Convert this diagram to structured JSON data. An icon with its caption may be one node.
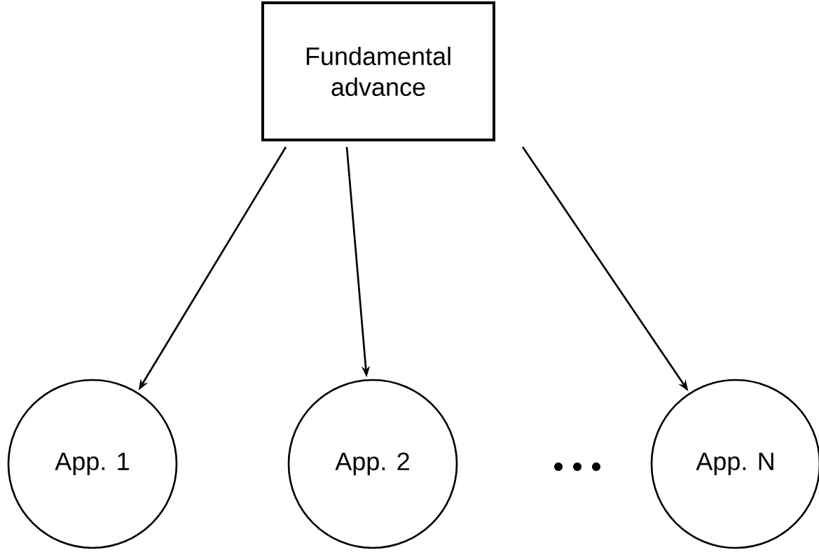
{
  "diagram": {
    "nodes": [
      {
        "text": [
          "Fundamental advance"
        ]
      },
      {
        "text": [
          "App. 1"
        ]
      },
      {
        "text": [
          "App. 2"
        ]
      },
      {
        "text": [
          "App. N"
        ]
      }
    ],
    "edges": [
      {
        "from": 0,
        "to": 1,
        "arrow": "to"
      },
      {
        "from": 0,
        "to": 2,
        "arrow": "to"
      },
      {
        "from": 0,
        "to": 3,
        "arrow": "to"
      }
    ]
  }
}
